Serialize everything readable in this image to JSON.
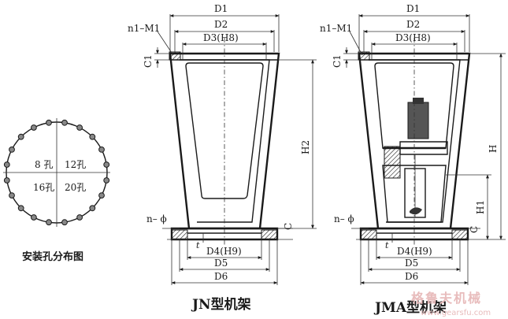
{
  "hole_diagram": {
    "caption": "安装孔分布图",
    "quadrants": [
      "8 孔",
      "12孔",
      "16孔",
      "20孔"
    ]
  },
  "jn_frame": {
    "caption": "JN型机架",
    "labels": {
      "d1": "D1",
      "d2": "D2",
      "d3": "D3(H8)",
      "n1m1": "n1–M1",
      "c1": "C1",
      "h2": "H2",
      "n_phi": "n– ϕ",
      "t": "t",
      "c": "C",
      "d4": "D4(H9)",
      "d5": "D5",
      "d6": "D6"
    }
  },
  "jma_frame": {
    "caption": "JMA型机架",
    "labels": {
      "d1": "D1",
      "d2": "D2",
      "d3": "D3(H8)",
      "n1m1": "n1–M1",
      "c1": "C1",
      "h": "H",
      "h1": "H1",
      "n_phi": "n– ϕ",
      "t": "t",
      "c": "C",
      "d4": "D4(H9)",
      "d5": "D5",
      "d6": "D6"
    }
  },
  "watermark": {
    "brand": "格鲁夫机械",
    "url": "www.gearsfu.com"
  }
}
